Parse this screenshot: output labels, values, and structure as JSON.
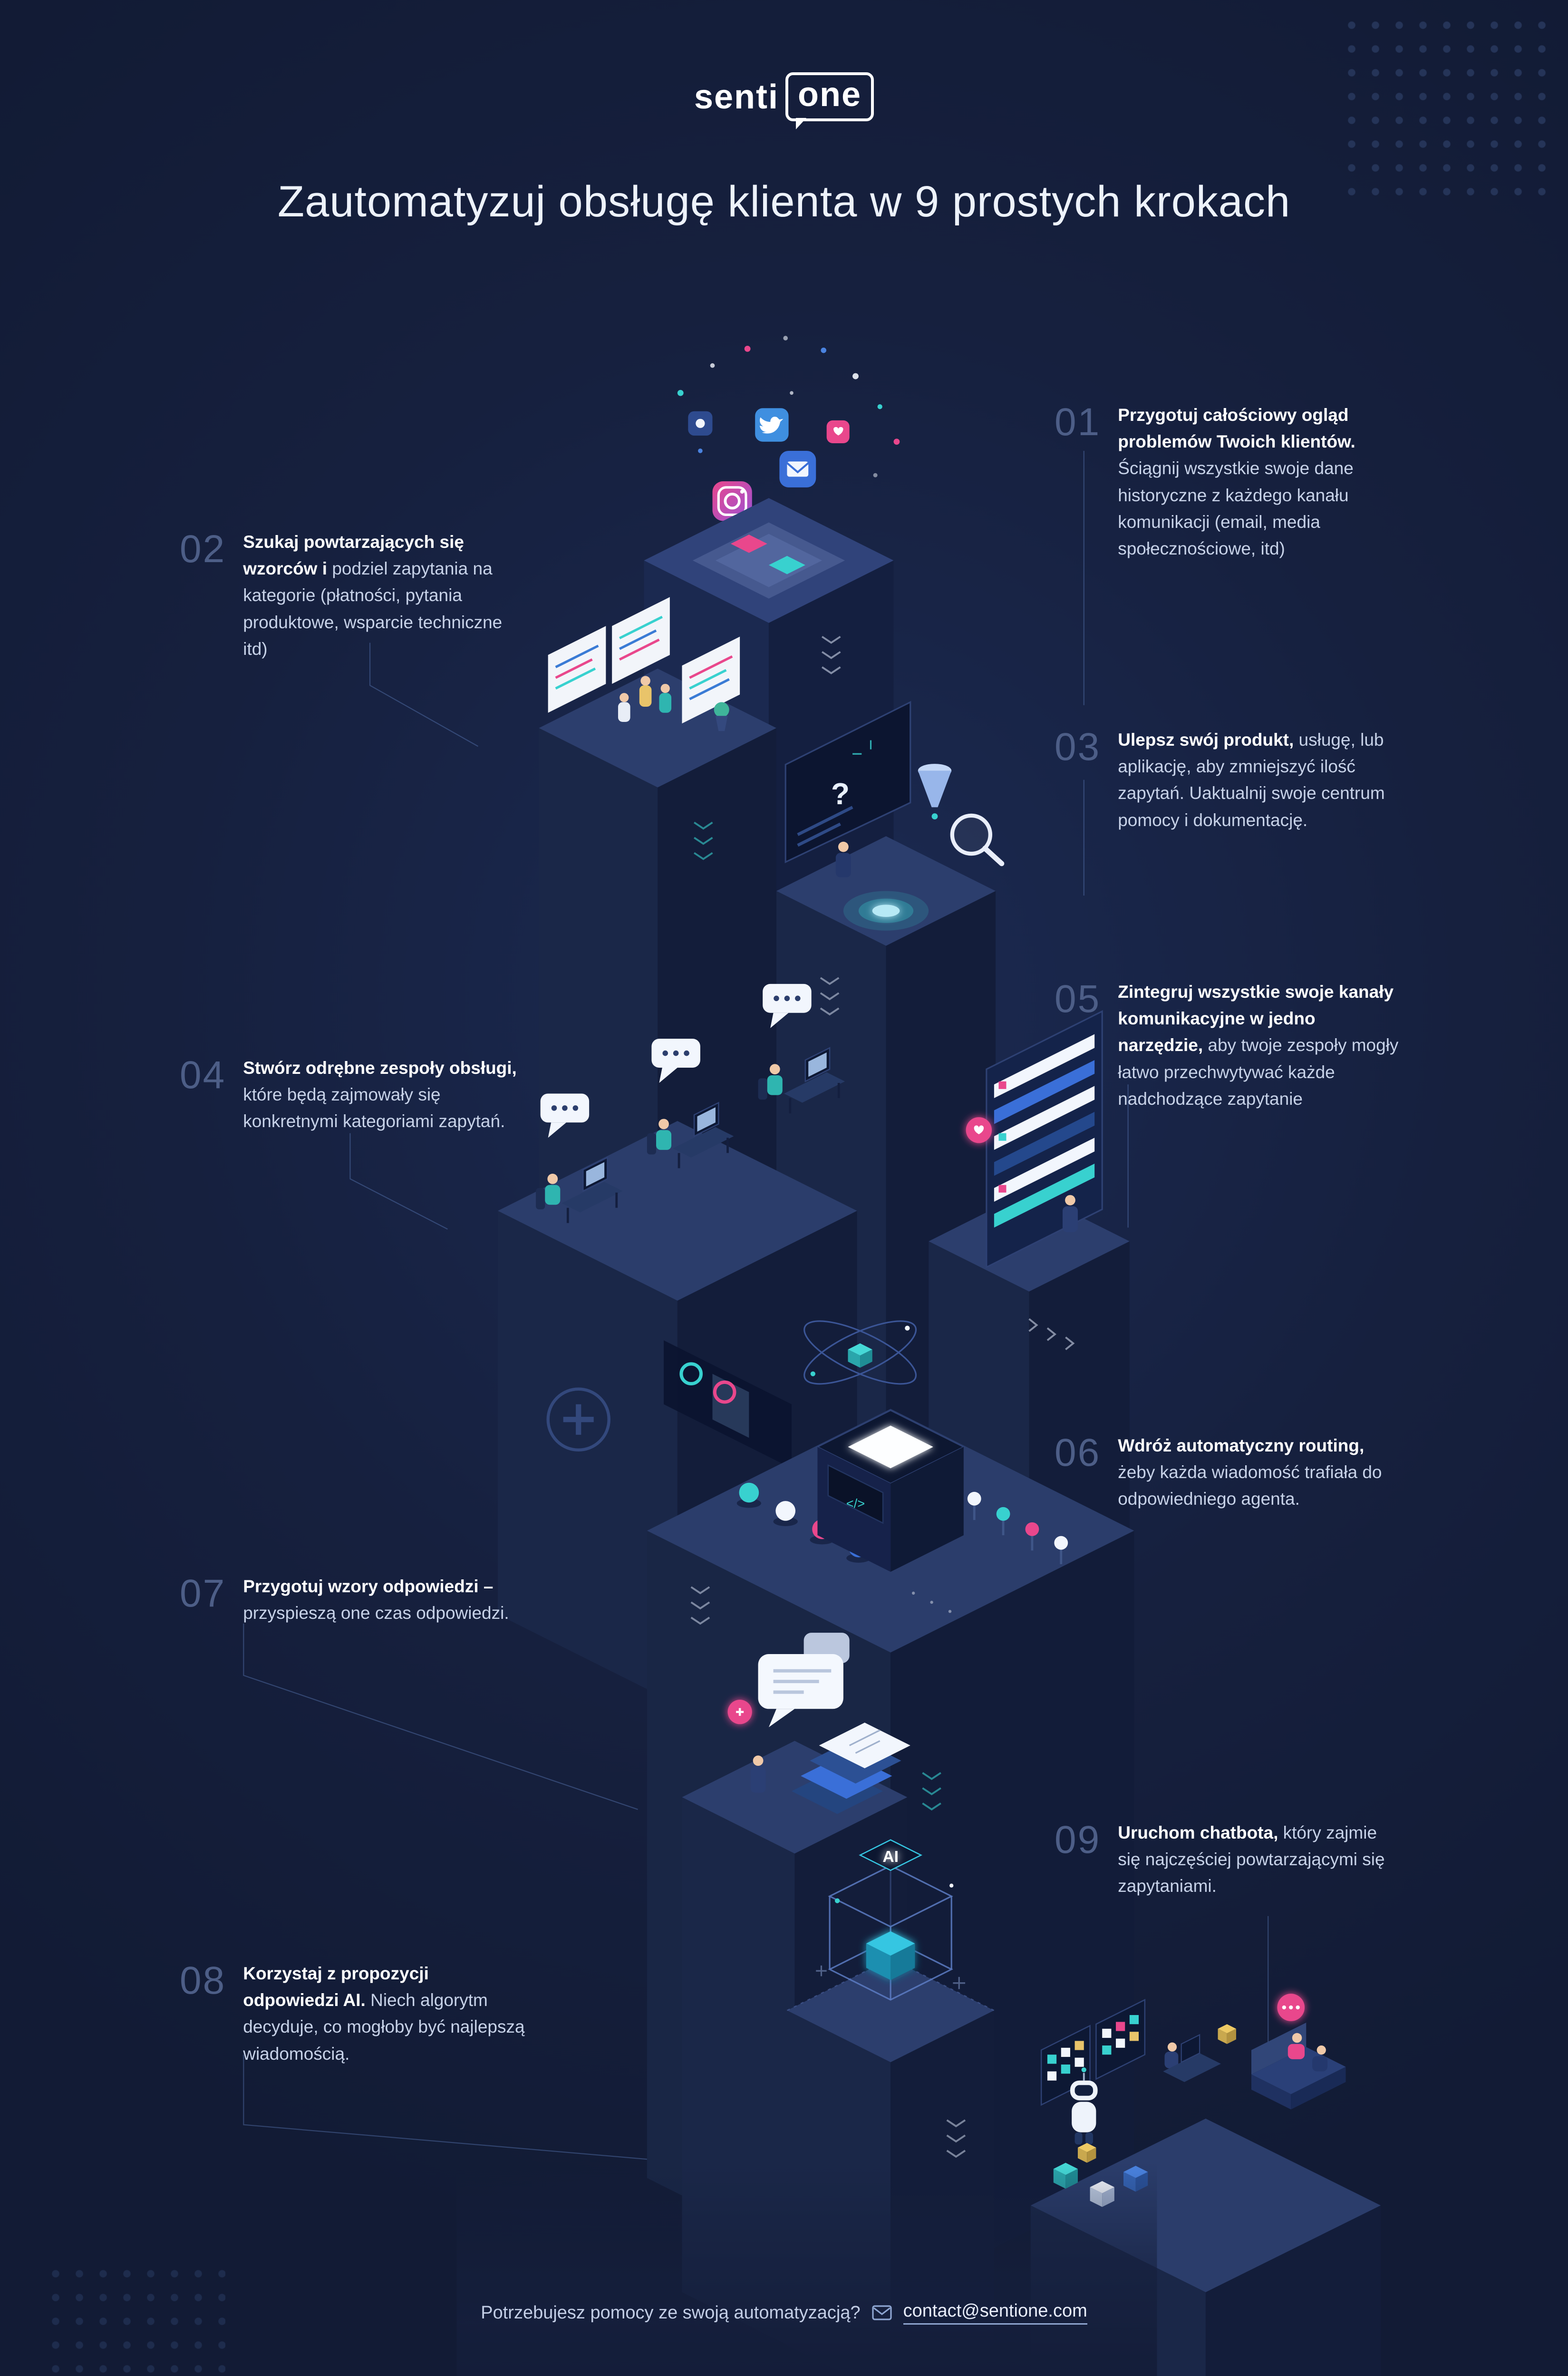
{
  "meta": {
    "language": "pl"
  },
  "colors": {
    "background": "#16203e",
    "accent_cyan": "#38d1cf",
    "accent_pink": "#e9478c",
    "accent_blue": "#3a7bd5",
    "accent_yellow": "#e9c46a",
    "text_primary": "#ffffff",
    "text_secondary": "#c7d2e8",
    "step_number": "#4d5e87"
  },
  "logo": {
    "prefix": "senti",
    "suffix": "one"
  },
  "title": "Zautomatyzuj obsługę klienta w 9 prostych krokach",
  "steps": [
    {
      "number": "01",
      "side": "right",
      "bold": "Przygotuj całościowy ogląd problemów Twoich klientów.",
      "rest": "Ściągnij wszystkie swoje dane historyczne z każdego kanału komunikacji (email, media społecznościowe, itd)"
    },
    {
      "number": "02",
      "side": "left",
      "bold": "Szukaj powtarzających się wzorców i",
      "rest": "podziel zapytania na kategorie (płatności, pytania produktowe, wsparcie techniczne itd)"
    },
    {
      "number": "03",
      "side": "right",
      "bold": "Ulepsz swój produkt,",
      "rest": "usługę, lub aplikację, aby zmniejszyć ilość zapytań. Uaktualnij swoje centrum pomocy i dokumentację."
    },
    {
      "number": "04",
      "side": "left",
      "bold": "Stwórz odrębne zespoły obsługi,",
      "rest": "które będą zajmowały się konkretnymi kategoriami zapytań."
    },
    {
      "number": "05",
      "side": "right",
      "bold": "Zintegruj wszystkie swoje kanały komunikacyjne w jedno narzędzie,",
      "rest": "aby twoje zespoły mogły łatwo przechwytywać każde nadchodzące zapytanie"
    },
    {
      "number": "06",
      "side": "right",
      "bold": "Wdróż automatyczny routing,",
      "rest": "żeby każda wiadomość trafiała do odpowiedniego agenta."
    },
    {
      "number": "07",
      "side": "left",
      "bold": "Przygotuj wzory odpowiedzi –",
      "rest": "przyspieszą one czas odpowiedzi."
    },
    {
      "number": "08",
      "side": "left",
      "bold": "Korzystaj z propozycji odpowiedzi AI.",
      "rest": "Niech algorytm decyduje, co mogłoby być najlepszą wiadomością."
    },
    {
      "number": "09",
      "side": "right",
      "bold": "Uruchom chatbota,",
      "rest": "który zajmie się najczęściej powtarzającymi się zapytaniami."
    }
  ],
  "illustration": {
    "ai_cube_label": "AI",
    "screen_question_mark": "?",
    "machine_code_glyph": "</>",
    "icons": {
      "instagram": "rounded-square camera",
      "twitter": "rounded-square bird",
      "email": "rounded-square envelope",
      "heart_badge": "♥",
      "chat_badge": "•••",
      "magnifier": "circle+handle",
      "mail_footer": "envelope-outline"
    }
  },
  "footer": {
    "question": "Potrzebujesz pomocy ze swoją automatyzacją?",
    "email": "contact@sentione.com"
  }
}
